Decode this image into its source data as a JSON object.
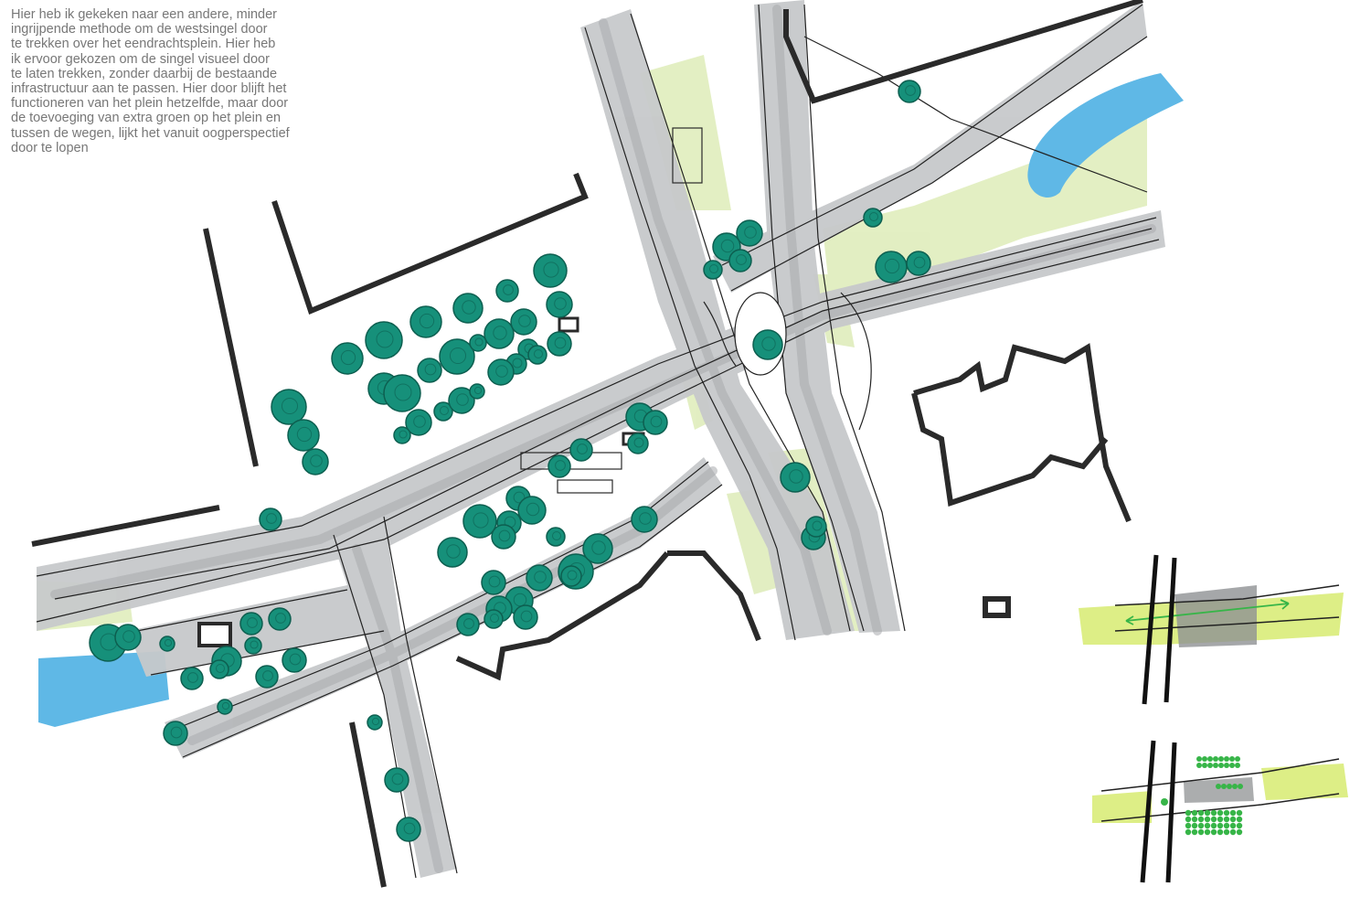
{
  "annotation": {
    "lines": [
      "Hier heb ik gekeken naar een andere, minder",
      "ingrijpende methode om de westsingel door",
      "te trekken over het eendrachtsplein. Hier heb",
      "ik ervoor gekozen om de singel visueel door",
      "te laten trekken, zonder daarbij de bestaande",
      "infrastructuur aan te passen. Hier door blijft het",
      "functioneren van het plein hetzelfde, maar door",
      "de toevoeging van extra groen op het plein en",
      "tussen de wegen, lijkt het vanuit oogperspectief",
      "door te lopen"
    ]
  },
  "colors": {
    "road": "#c7c9cb",
    "road_dark": "#a9abae",
    "tree": "#16907a",
    "tree_outline": "#0d5f50",
    "grass": "#dcebb4",
    "water": "#5fb8e6",
    "building_line": "#2a2a2a",
    "marker_yellow": "#d9ec79",
    "diagram_green": "#37b548",
    "diagram_grey": "#8f9193"
  }
}
